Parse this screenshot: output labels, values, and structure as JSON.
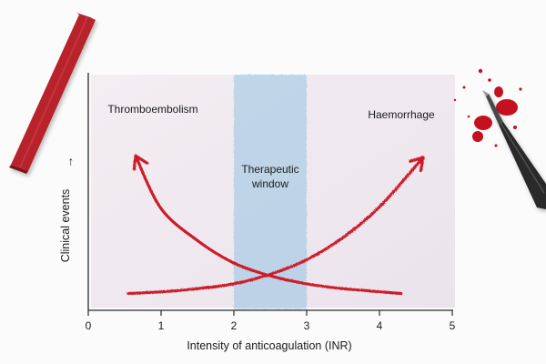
{
  "chart_data": {
    "type": "line",
    "xlabel": "Intensity of anticoagulation (INR)",
    "ylabel": "Clinical events",
    "ylabel_arrow": "→",
    "xlim": [
      0,
      5
    ],
    "x_ticks": [
      "0",
      "1",
      "2",
      "3",
      "4",
      "5"
    ],
    "grid": false,
    "shaded_region": {
      "x_range": [
        2,
        3
      ],
      "label_line1": "Therapeutic",
      "label_line2": "window",
      "color": "#6fb3dc"
    },
    "series": [
      {
        "name": "Thromboembolism",
        "color": "#cc1f2c",
        "x": [
          0.65,
          1.0,
          1.5,
          2.0,
          2.5,
          3.0,
          3.5,
          4.3
        ],
        "y": [
          0.88,
          0.55,
          0.35,
          0.21,
          0.13,
          0.08,
          0.05,
          0.02
        ]
      },
      {
        "name": "Haemorrhage",
        "color": "#cc1f2c",
        "x": [
          0.55,
          1.0,
          1.5,
          2.0,
          2.5,
          3.0,
          3.5,
          4.0,
          4.6
        ],
        "y": [
          0.02,
          0.03,
          0.05,
          0.08,
          0.14,
          0.23,
          0.37,
          0.56,
          0.87
        ]
      }
    ]
  },
  "decor": {
    "chalk_color": "#b8202b",
    "pen_color": "#2a2a2a",
    "ink_color": "#c4111f"
  }
}
